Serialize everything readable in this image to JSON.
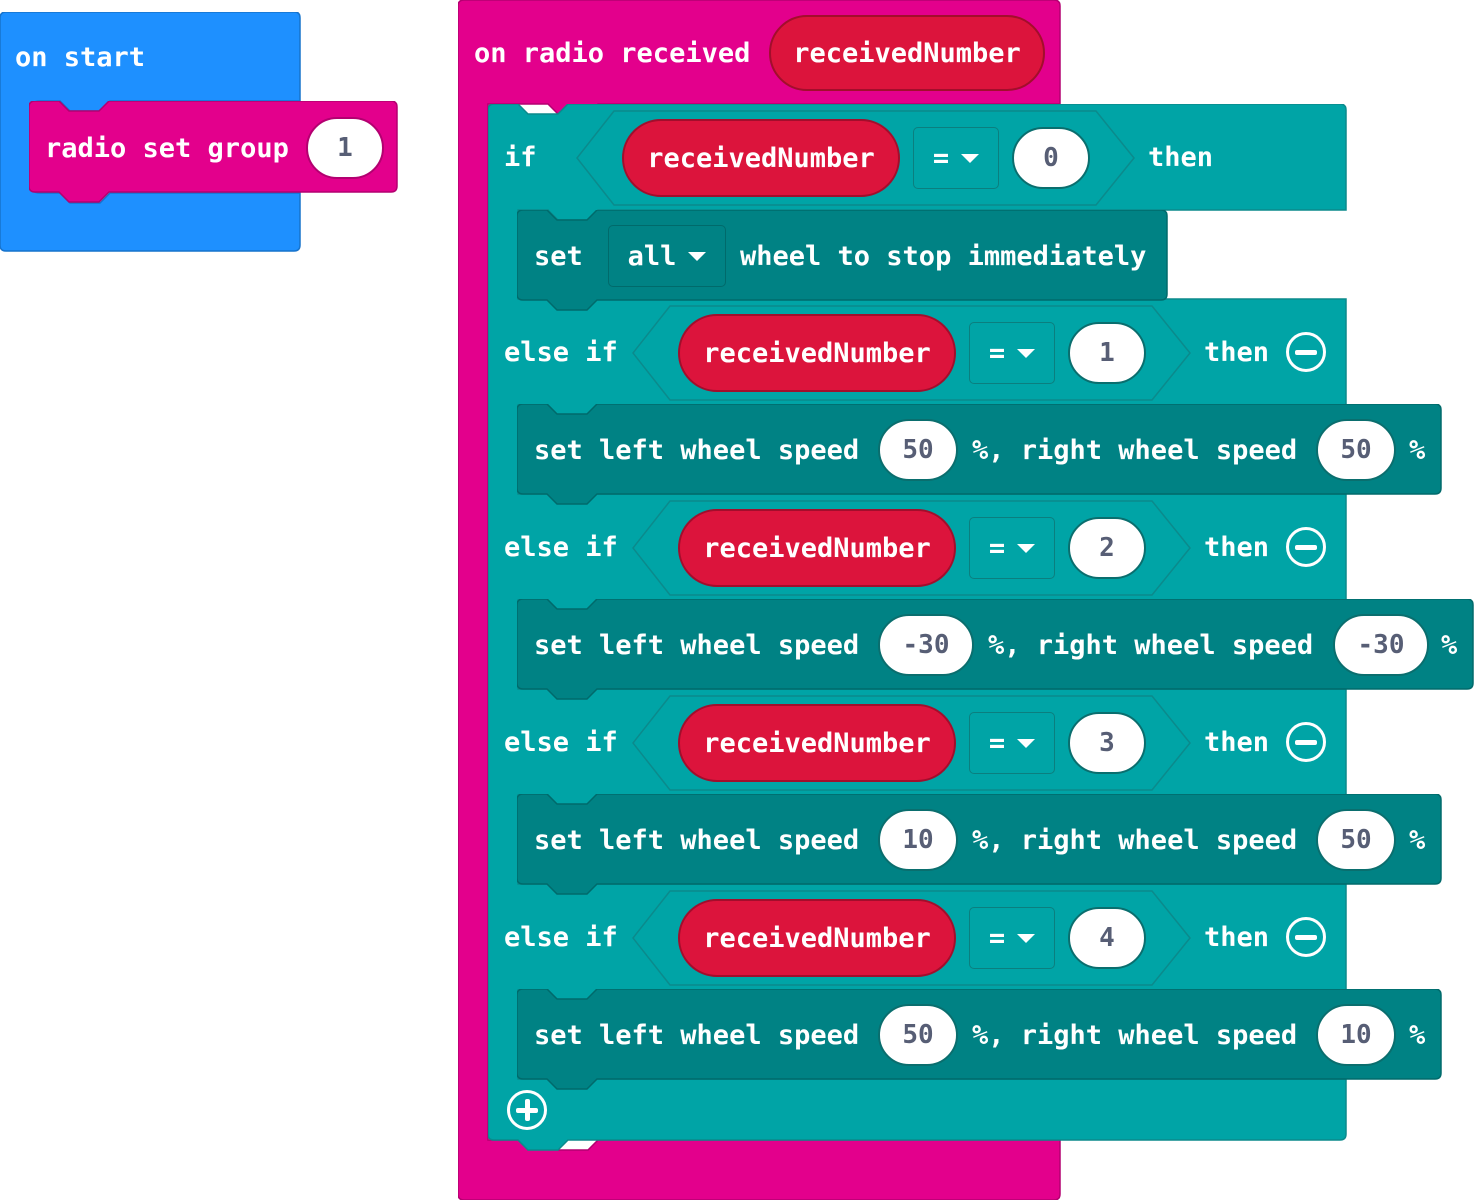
{
  "colors": {
    "events_blue": "#1E90FF",
    "radio_pink": "#E3008C",
    "logic_teal": "#00A4A6",
    "motor_dark_teal": "#008284",
    "variable_red": "#DC143C",
    "number_text": "#575E75"
  },
  "on_start": {
    "label": "on start",
    "radio_set_group": {
      "label": "radio set group",
      "value": "1"
    }
  },
  "on_radio_received": {
    "label": "on radio received",
    "param": "receivedNumber",
    "if_block": {
      "if_label": "if",
      "then_label": "then",
      "else_if_label": "else if",
      "add_icon": "plus-circle-icon",
      "remove_icon": "minus-circle-icon",
      "branches": [
        {
          "variable": "receivedNumber",
          "operator": "=",
          "compare": "0"
        },
        {
          "variable": "receivedNumber",
          "operator": "=",
          "compare": "1"
        },
        {
          "variable": "receivedNumber",
          "operator": "=",
          "compare": "2"
        },
        {
          "variable": "receivedNumber",
          "operator": "=",
          "compare": "3"
        },
        {
          "variable": "receivedNumber",
          "operator": "=",
          "compare": "4"
        }
      ],
      "stop_block": {
        "set": "set",
        "wheel_option": "all",
        "text": "wheel to stop immediately"
      },
      "speed_blocks": [
        {
          "prefix": "set left wheel speed",
          "left": "50",
          "middle": "%, right wheel speed",
          "right": "50",
          "suffix": "%"
        },
        {
          "prefix": "set left wheel speed",
          "left": "-30",
          "middle": "%, right wheel speed",
          "right": "-30",
          "suffix": "%"
        },
        {
          "prefix": "set left wheel speed",
          "left": "10",
          "middle": "%, right wheel speed",
          "right": "50",
          "suffix": "%"
        },
        {
          "prefix": "set left wheel speed",
          "left": "50",
          "middle": "%, right wheel speed",
          "right": "10",
          "suffix": "%"
        }
      ]
    }
  }
}
